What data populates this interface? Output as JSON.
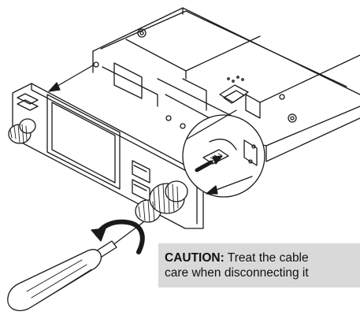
{
  "caution": {
    "label": "CAUTION:",
    "line1_text": " Treat the cable",
    "line2_text": "care when disconnecting it"
  },
  "colors": {
    "line": "#1a1a1a",
    "panel": "#ffffff",
    "caution_bg": "#d9d9d9"
  },
  "icons": {
    "arrow": "straight-arrow",
    "rotation": "curved-rotation-arrow"
  }
}
